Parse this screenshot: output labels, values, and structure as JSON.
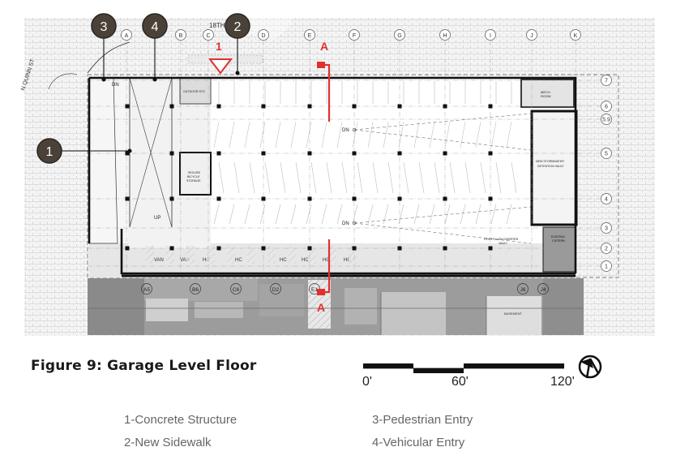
{
  "figure": {
    "caption": "Figure 9: Garage Level Floor"
  },
  "scale_bar": {
    "labels": [
      "0'",
      "60'",
      "120'"
    ]
  },
  "legend": {
    "items": [
      "1-Concrete Structure",
      "2-New Sidewalk",
      "3-Pedestrian Entry",
      "4-Vehicular Entry"
    ]
  },
  "plan": {
    "streets": {
      "top": "18TH ST",
      "left": "N QUINN ST"
    },
    "grid_columns": [
      "A",
      "B",
      "C",
      "D",
      "E",
      "F",
      "G",
      "H",
      "I",
      "J",
      "K"
    ],
    "grid_rows": [
      "7",
      "6",
      "5.9",
      "5",
      "4",
      "3",
      "2",
      "1"
    ],
    "bottom_grid": [
      "A5",
      "B6",
      "C6",
      "D2",
      "E1",
      "J6",
      "J4"
    ],
    "callouts": [
      "3",
      "4",
      "2",
      "1"
    ],
    "section_marker": "A",
    "view_marker": "1",
    "rooms": {
      "outdoor_stg": "OUTDOOR STG",
      "bicycle": [
        "SECURE",
        "BICYCLE",
        "STORAGE"
      ],
      "mech": [
        "MECH",
        "ROOM"
      ],
      "vault": [
        "NEW STORMWATER",
        "DETENTION VAULT"
      ],
      "cistern": [
        "EXISTING",
        "CISTERN"
      ],
      "splitter": [
        "FIRST FLUSH DIVERTER",
        "VAULT"
      ],
      "lower": [
        "BASEMENT"
      ]
    },
    "ramp_labels": {
      "dn": "DN",
      "up": "UP"
    },
    "stall_labels": [
      "VAN",
      "VAN",
      "HC",
      "HC",
      "HC",
      "HC",
      "HC",
      "HC"
    ]
  },
  "colors": {
    "callout_fill": "#4a4238",
    "accent_red": "#e03030",
    "structure": "#111111",
    "existing_fill": "#9a9a9a"
  }
}
